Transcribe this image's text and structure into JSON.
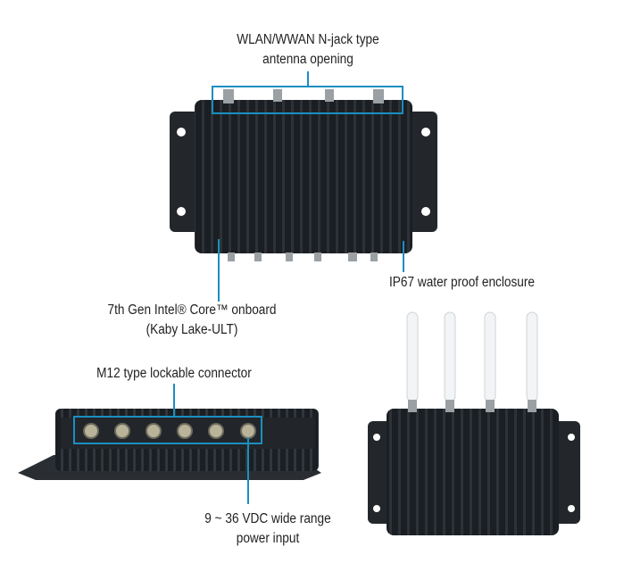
{
  "callouts": {
    "antenna": [
      "WLAN/WWAN N-jack type",
      "antenna opening"
    ],
    "cpu": [
      "7th Gen Intel® Core™ onboard",
      "(Kaby Lake-ULT)"
    ],
    "enclosure": "IP67 water proof enclosure",
    "connector": "M12 type lockable connector",
    "power": [
      "9 ~ 36 VDC wide range",
      "power input"
    ]
  },
  "colors": {
    "callout": "#1a8fc0",
    "device": "#1e2226"
  }
}
